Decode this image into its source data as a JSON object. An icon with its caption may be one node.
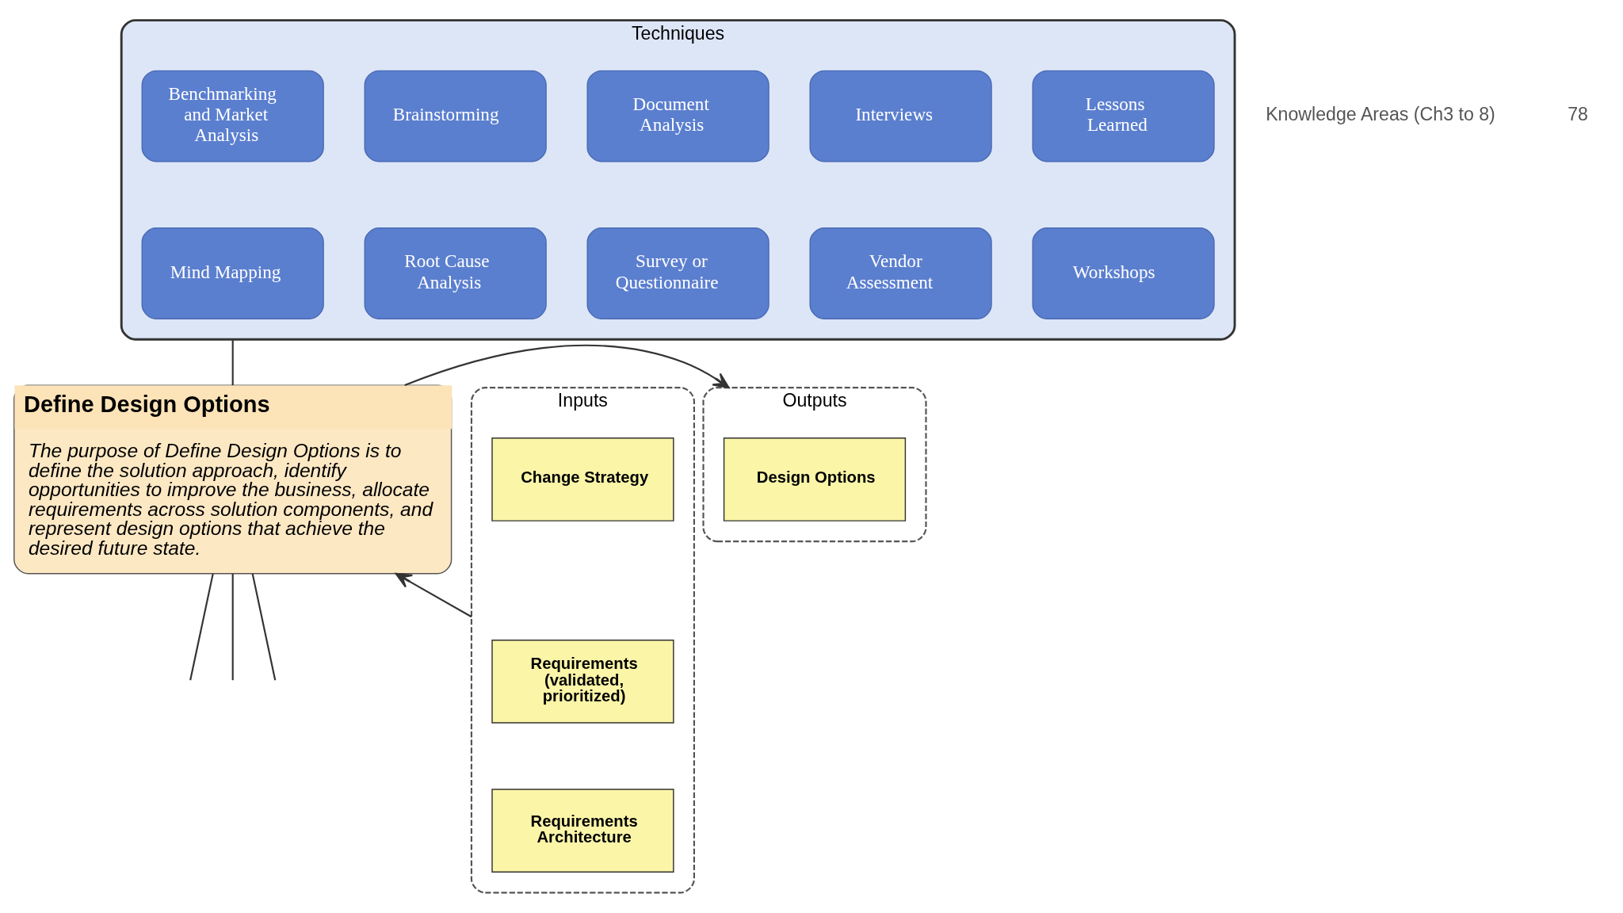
{
  "diagram": {
    "nodes": [
      {
        "text": [
          "Techniques"
        ]
      },
      {
        "text": [
          "Benchmarking and Market Analysis"
        ],
        "in": 0
      },
      {
        "text": [
          "Brainstorming"
        ],
        "in": 0
      },
      {
        "text": [
          "Document Analysis"
        ],
        "in": 0
      },
      {
        "text": [
          "Interviews"
        ],
        "in": 0
      },
      {
        "text": [
          "Lessons Learned"
        ],
        "in": 0
      },
      {
        "text": [
          "Mind Mapping"
        ],
        "in": 0
      },
      {
        "text": [
          "Root Cause Analysis"
        ],
        "in": 0
      },
      {
        "text": [
          "Survey or Questionnaire"
        ],
        "in": 0
      },
      {
        "text": [
          "Vendor Assessment"
        ],
        "in": 0
      },
      {
        "text": [
          "Workshops"
        ],
        "in": 0
      },
      {
        "text": [
          "Define Design Options",
          "The purpose of Define Design Options is to define the solution approach, identify opportunities to improve the business, allocate requirements across solution components, and represent design options that achieve the desired future state."
        ]
      },
      {
        "text": [
          "Inputs"
        ]
      },
      {
        "text": [
          "Change Strategy"
        ],
        "in": 12
      },
      {
        "text": [
          "Requirements (validated, prioritized)"
        ],
        "in": 12
      },
      {
        "text": [
          "Requirements Architecture"
        ],
        "in": 12
      },
      {
        "text": [
          "Outputs"
        ]
      },
      {
        "text": [
          "Design Options"
        ],
        "in": 16
      }
    ],
    "edges": [
      {
        "from": 0,
        "to": 11,
        "arrow": "none"
      },
      {
        "from": 12,
        "to": 11,
        "arrow": "to"
      },
      {
        "from": 11,
        "to": 16,
        "arrow": "to"
      },
      {
        "from": 11,
        "to": null,
        "arrow": "none"
      },
      {
        "from": 11,
        "to": null,
        "arrow": "none"
      },
      {
        "from": 11,
        "to": null,
        "arrow": "none"
      }
    ],
    "labels": [
      "Knowledge Areas (Ch3 to 8)",
      "78"
    ]
  }
}
